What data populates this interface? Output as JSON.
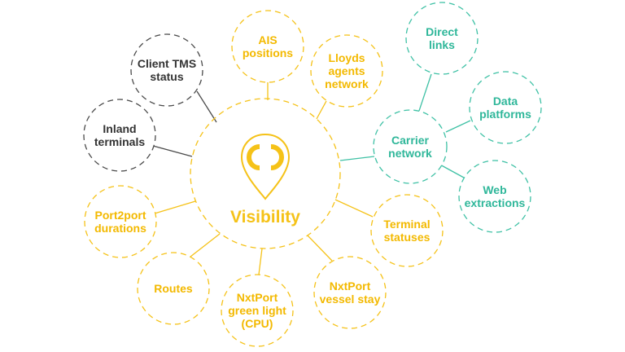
{
  "colors": {
    "yellow": "#f5c218",
    "teal": "#3fc1a5",
    "gray": "#4a4a4a",
    "text_yellow": "#f3b900",
    "text_teal": "#2fb79a",
    "text_gray": "#333333"
  },
  "hub": {
    "label": "Visibility",
    "icon": "location-pin-icon"
  },
  "nodes": [
    {
      "id": "ais-positions",
      "lines": [
        "AIS",
        "positions"
      ],
      "group": "yellow"
    },
    {
      "id": "lloyds-agents-network",
      "lines": [
        "Lloyds",
        "agents",
        "network"
      ],
      "group": "yellow"
    },
    {
      "id": "client-tms-status",
      "lines": [
        "Client TMS",
        "status"
      ],
      "group": "gray"
    },
    {
      "id": "inland-terminals",
      "lines": [
        "Inland",
        "terminals"
      ],
      "group": "gray"
    },
    {
      "id": "port2port-durations",
      "lines": [
        "Port2port",
        "durations"
      ],
      "group": "yellow"
    },
    {
      "id": "routes",
      "lines": [
        "Routes"
      ],
      "group": "yellow"
    },
    {
      "id": "nxtport-green-light",
      "lines": [
        "NxtPort",
        "green light",
        "(CPU)"
      ],
      "group": "yellow"
    },
    {
      "id": "nxtport-vessel-stay",
      "lines": [
        "NxtPort",
        "vessel stay"
      ],
      "group": "yellow"
    },
    {
      "id": "terminal-statuses",
      "lines": [
        "Terminal",
        "statuses"
      ],
      "group": "yellow"
    },
    {
      "id": "carrier-network",
      "lines": [
        "Carrier",
        "network"
      ],
      "group": "teal"
    },
    {
      "id": "direct-links",
      "lines": [
        "Direct",
        "links"
      ],
      "group": "teal"
    },
    {
      "id": "data-platforms",
      "lines": [
        "Data",
        "platforms"
      ],
      "group": "teal"
    },
    {
      "id": "web-extractions",
      "lines": [
        "Web",
        "extractions"
      ],
      "group": "teal"
    }
  ]
}
